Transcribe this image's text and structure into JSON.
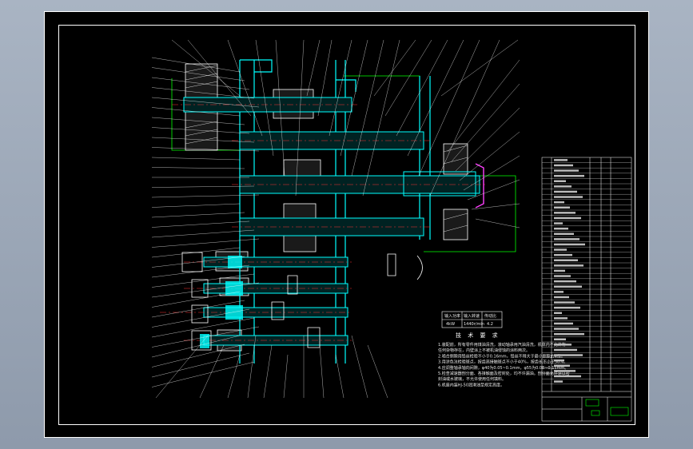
{
  "drawing": {
    "tech_requirements_title": "技 术 要 求",
    "tech_notes": [
      "1.装配前，所有零件用煤油清洗，滚动轴承用汽油清洗，机体内不允许有",
      "  任何杂物存在，内壁涂上不被机油侵蚀的涂料两次。",
      "2.啮合侧隙用铅丝检验不小于0.16mm，铅丝不得大于最小侧隙的4倍。",
      "3.用涂色法检验斑点，按齿高接触斑点不小于40%，按齿长不小于50%。",
      "4.应调整轴承轴向间隙，φ40为0.05~0.1mm，φ55为0.08~0.15mm。",
      "5.检查减速器剖分面、各接触面及密封处，均不许漏油。剖分面允许涂以密",
      "  封油或水玻璃，不允许使用任何填料。",
      "6.机座内装HJ-50润滑油至规定高度。"
    ],
    "spec_table": {
      "headers": [
        "输入功率",
        "输入转速",
        "传动比"
      ],
      "values": [
        "4kW",
        "1440r/min",
        "4.2"
      ]
    }
  },
  "colors": {
    "cyan": "#00ffff",
    "green": "#00ff00",
    "white": "#ffffff",
    "red": "#ff3030",
    "magenta": "#ff40ff",
    "yellow": "#ffff00"
  }
}
